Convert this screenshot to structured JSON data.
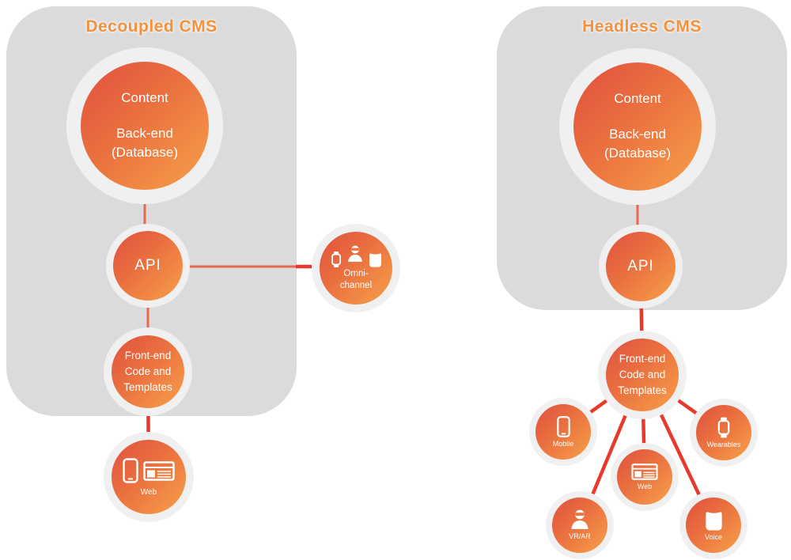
{
  "colors": {
    "panel_bg": "#dcdbdb",
    "ring": "#f1f0f0",
    "circle_gradient_start": "#e0503f",
    "circle_gradient_end": "#f7a04a",
    "title_orange": "#f2913e",
    "connector_soft": "#e4694f",
    "connector_strong": "#e8392b",
    "label_text": "#ffffff"
  },
  "left_panel": {
    "title": "Decoupled CMS",
    "backend": {
      "line1": "Content",
      "line2": "Back-end",
      "line3": "(Database)"
    },
    "api_label": "API",
    "frontend": {
      "line1": "Front-end",
      "line2": "Code and",
      "line3": "Templates"
    },
    "omni": {
      "line1": "Omni-",
      "line2": "channel",
      "icons": [
        "watch-icon",
        "vr-person-icon",
        "speaker-icon"
      ]
    },
    "web": {
      "label": "Web",
      "icons": [
        "phone-icon",
        "browser-icon"
      ]
    }
  },
  "right_panel": {
    "title": "Headless CMS",
    "backend": {
      "line1": "Content",
      "line2": "Back-end",
      "line3": "(Database)"
    },
    "api_label": "API",
    "frontend": {
      "line1": "Front-end",
      "line2": "Code and",
      "line3": "Templates"
    },
    "channels": [
      {
        "label": "Mobile",
        "icon": "phone-icon"
      },
      {
        "label": "Wearables",
        "icon": "watch-icon"
      },
      {
        "label": "Web",
        "icon": "browser-icon"
      },
      {
        "label": "VR/AR",
        "icon": "vr-person-icon"
      },
      {
        "label": "Voice",
        "icon": "speaker-icon"
      }
    ]
  }
}
